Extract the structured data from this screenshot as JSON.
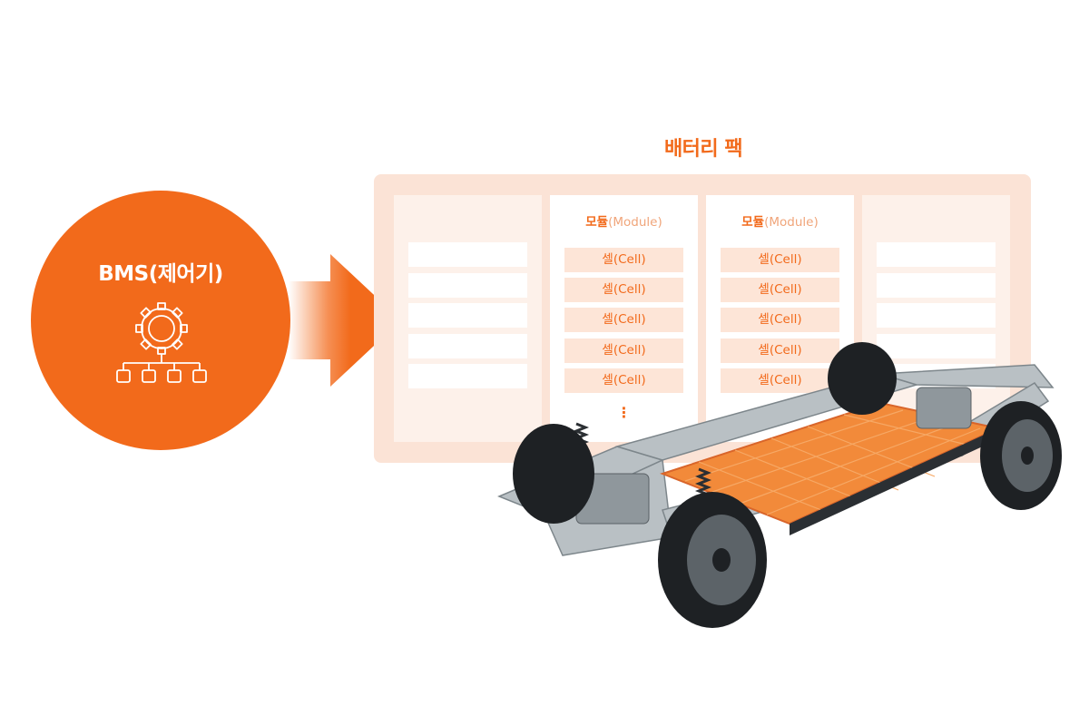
{
  "bms": {
    "title": "BMS(제어기)",
    "icon": "gear-with-hierarchy-icon"
  },
  "battery_pack": {
    "title": "배터리 팩",
    "modules": [
      {
        "title": "모듈",
        "title_en": "(Module)",
        "cells": [
          "셀(Cell)",
          "셀(Cell)",
          "셀(Cell)",
          "셀(Cell)",
          "셀(Cell)"
        ],
        "more": "⋮"
      },
      {
        "title": "모듈",
        "title_en": "(Module)",
        "cells": [
          "셀(Cell)",
          "셀(Cell)",
          "셀(Cell)",
          "셀(Cell)",
          "셀(Cell)"
        ],
        "more": "⋮"
      }
    ]
  },
  "colors": {
    "accent": "#f26a1b",
    "pack_bg": "#fbe3d6",
    "cell_bg": "#fde5d7"
  },
  "image": "ev-skateboard-chassis-with-battery"
}
